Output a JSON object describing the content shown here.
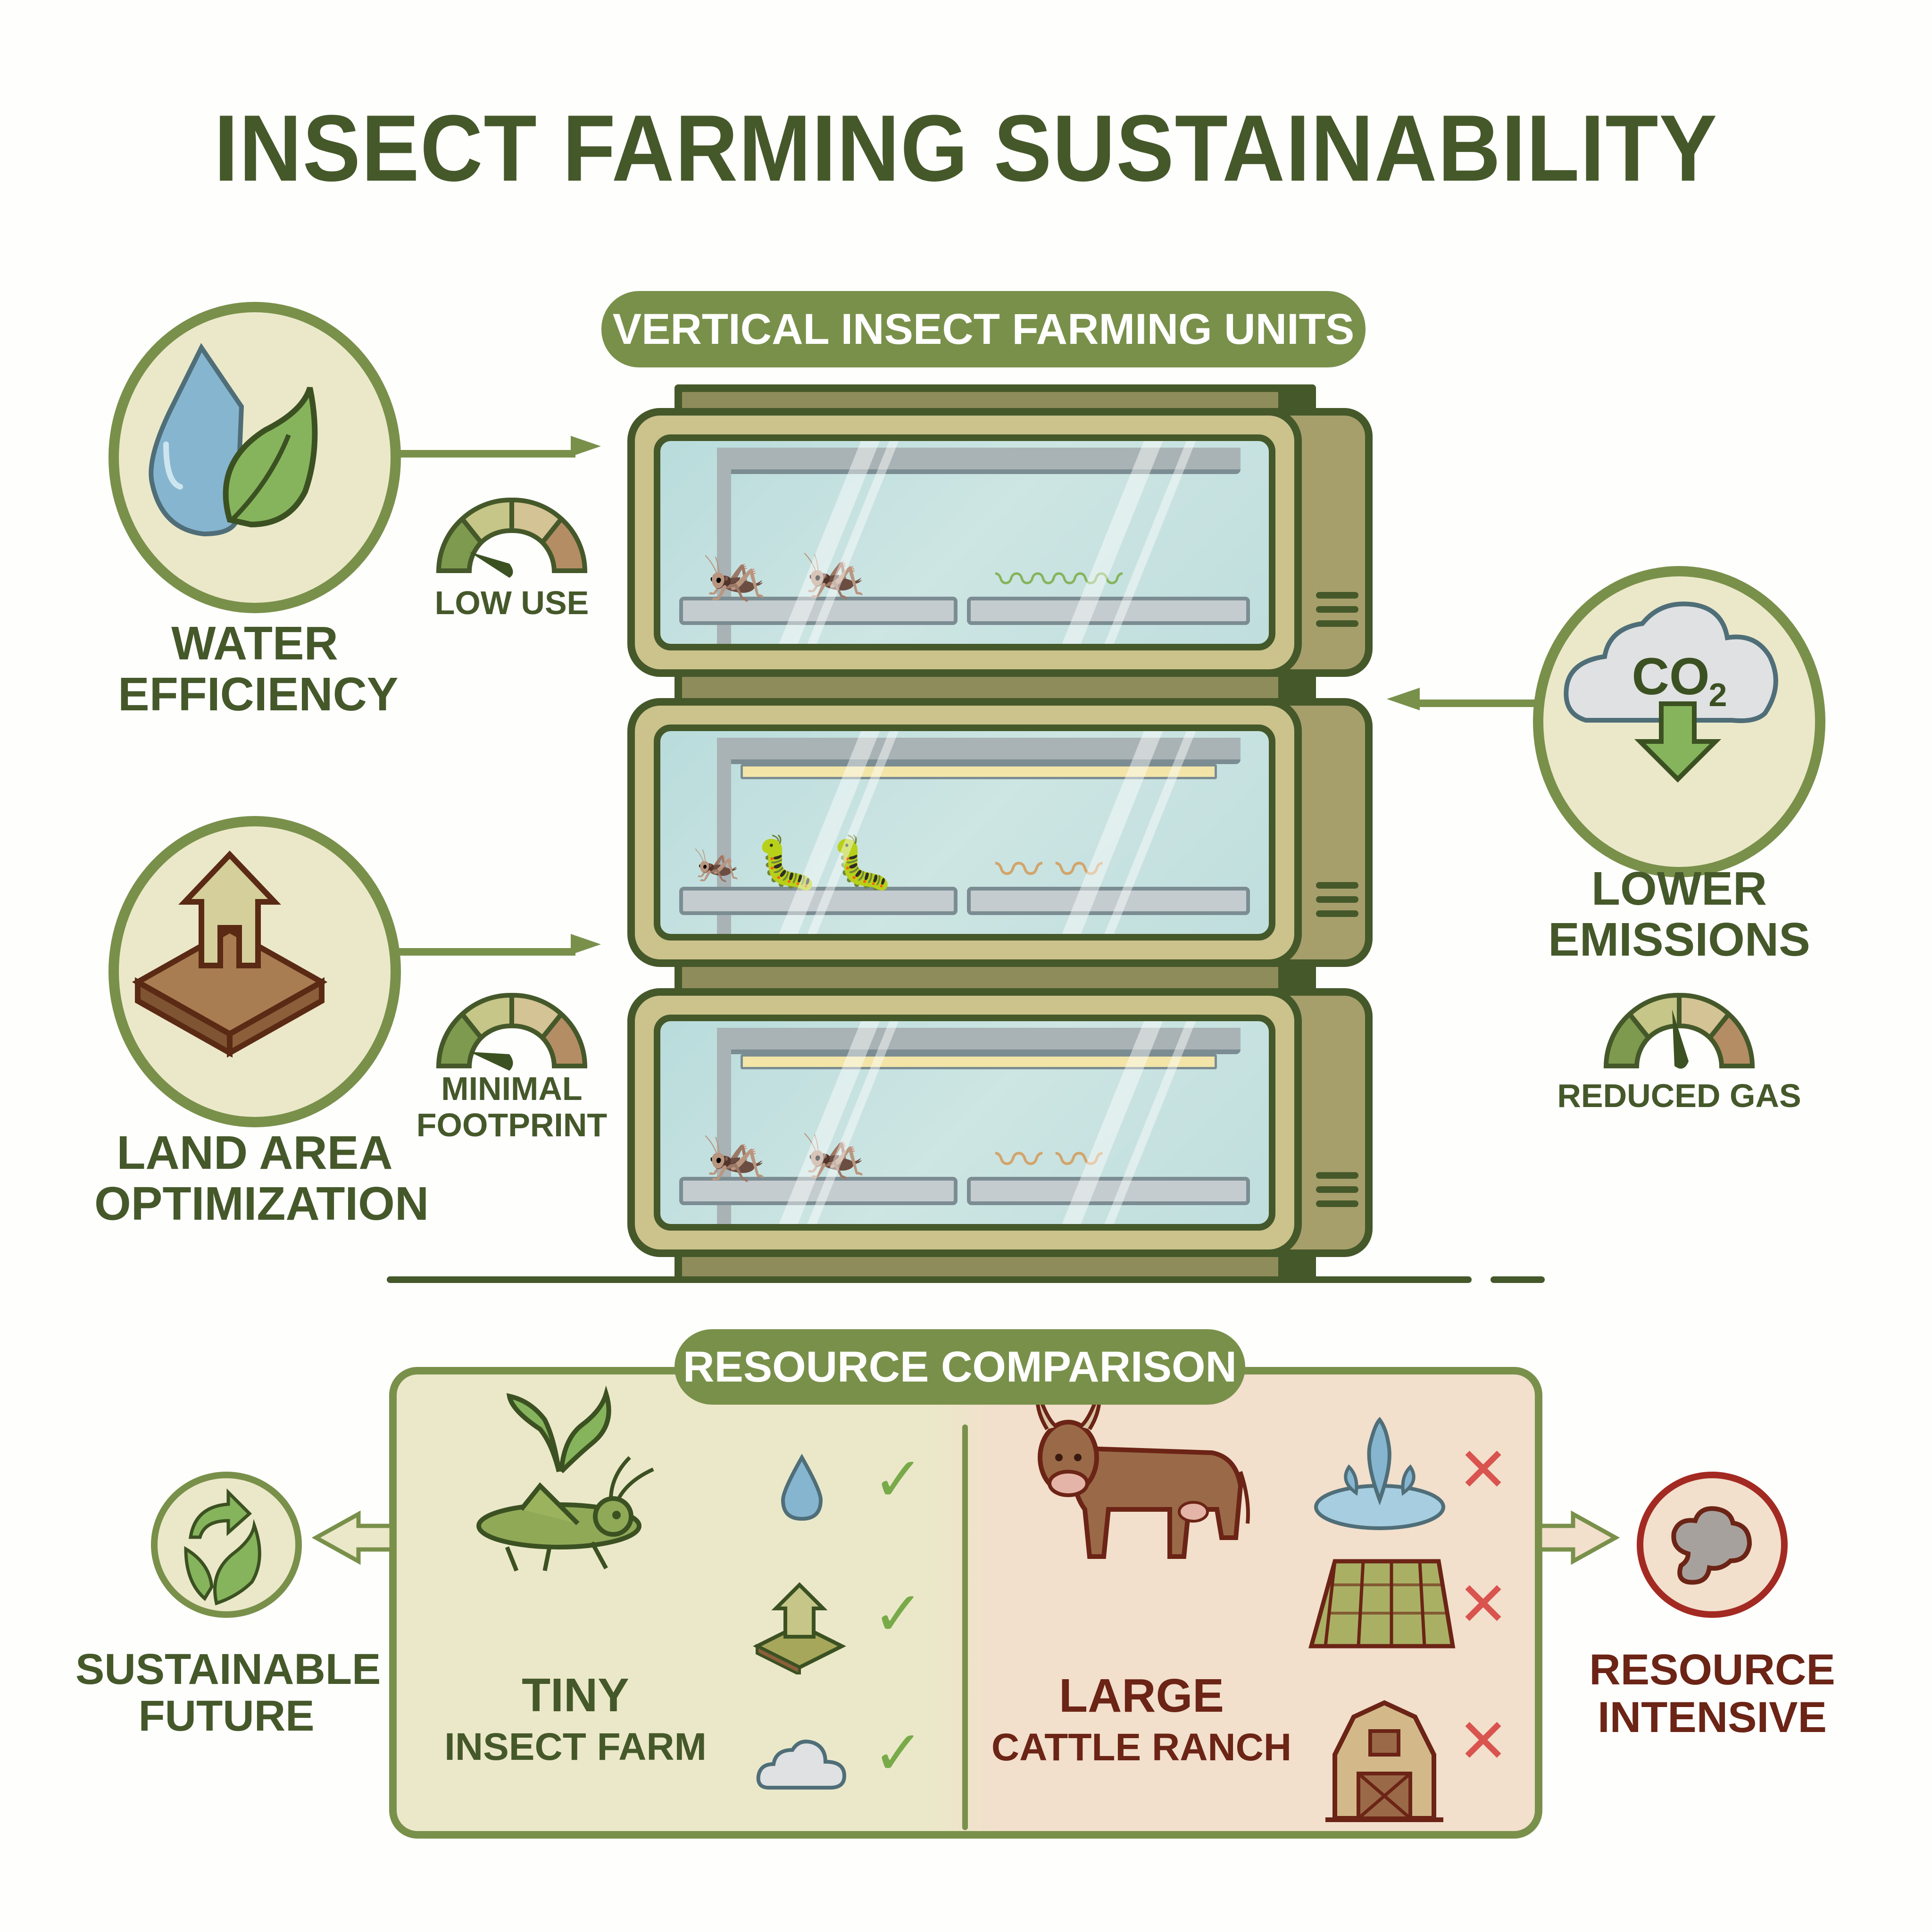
{
  "title": "INSECT FARMING SUSTAINABILITY",
  "farm_units": {
    "banner": "VERTICAL INSECT FARMING UNITS",
    "tiers": [
      {
        "left_tray": "grasshopper-icon",
        "right_tray": "mealworm-icon",
        "light": false
      },
      {
        "left_tray": "cricket-nymph-icon",
        "right_tray": "mealworm-icon",
        "light": true
      },
      {
        "left_tray": "grasshopper-icon",
        "right_tray": "mealworm-icon",
        "light": true
      }
    ]
  },
  "features": {
    "water": {
      "label_line1": "WATER",
      "label_line2": "EFFICIENCY",
      "gauge_label": "LOW USE",
      "icon": "water-drop-leaf-icon",
      "gauge_level": "low"
    },
    "land": {
      "label_line1": "LAND AREA",
      "label_line2": "OPTIMIZATION",
      "gauge_label_line1": "MINIMAL",
      "gauge_label_line2": "FOOTPRINT",
      "icon": "land-house-icon",
      "gauge_level": "low"
    },
    "emissions": {
      "label_line1": "LOWER",
      "label_line2": "EMISSIONS",
      "gauge_label": "REDUCED GAS",
      "icon_text": "CO",
      "icon_sub": "2",
      "icon": "co2-cloud-down-icon",
      "gauge_level": "mid-low"
    }
  },
  "comparison": {
    "banner": "RESOURCE COMPARISON",
    "insect": {
      "title": "TINY",
      "subtitle": "INSECT FARM",
      "icon": "grasshopper-sprout-icon",
      "checks": [
        "water-drop-icon",
        "land-icon",
        "cloud-icon"
      ],
      "mark": "✓"
    },
    "cattle": {
      "title": "LARGE",
      "subtitle": "CATTLE RANCH",
      "icon": "cow-icon",
      "crosses": [
        "water-splash-icon",
        "farmland-icon",
        "barn-icon"
      ],
      "mark": "✕"
    },
    "left_outcome": {
      "line1": "SUSTAINABLE",
      "line2": "FUTURE",
      "icon": "recycle-leaves-icon"
    },
    "right_outcome": {
      "line1": "RESOURCE",
      "line2": "INTENSIVE",
      "icon": "smoke-cloud-icon"
    }
  },
  "colors": {
    "primary_green": "#79904a",
    "dark_green": "#45582a",
    "cream": "#ebe8c9",
    "peach": "#f2dfcc",
    "brown_text": "#6b2415",
    "check_green": "#79aa4a",
    "cross_red": "#d9534f",
    "frame_tan": "#cbc28c",
    "glass_blue": "#c4e2e0"
  }
}
